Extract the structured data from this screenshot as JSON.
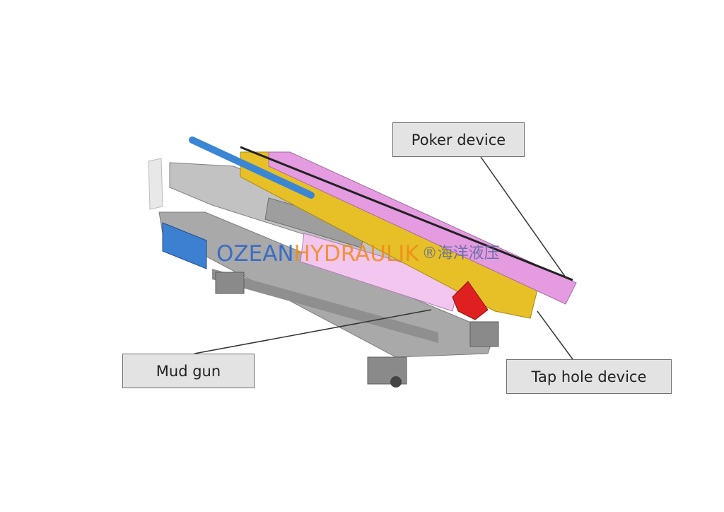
{
  "labels": {
    "poker": "Poker device",
    "mud": "Mud gun",
    "tap": "Tap hole device"
  },
  "watermark": {
    "part1": "OZEAN",
    "part2": "HYDRAULIK",
    "part3": "®海洋液压",
    "color1": "#2a63c9",
    "color2": "#f08a1c"
  },
  "colors": {
    "frame": "#b8b8b8",
    "pink": "#e49be0",
    "yellow": "#e6c026",
    "blue_rod": "#3a86d4",
    "blue_box": "#3d7fd0",
    "red": "#e02020"
  }
}
